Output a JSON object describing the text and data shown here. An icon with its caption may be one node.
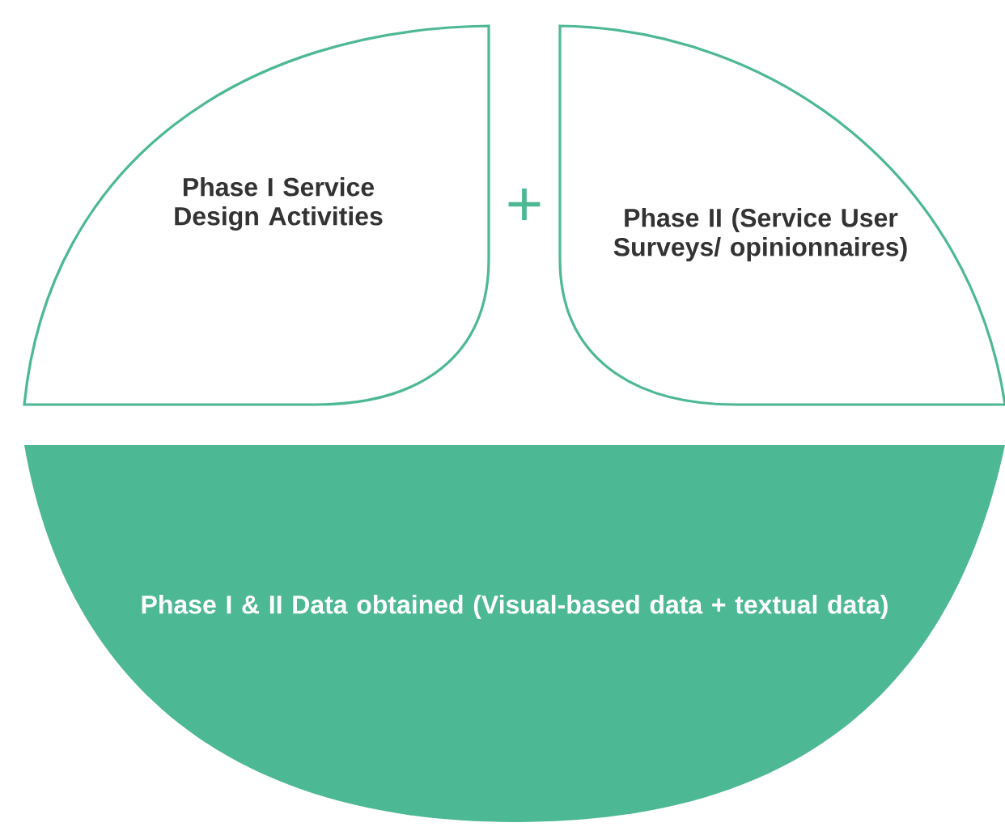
{
  "diagram": {
    "nodes": [
      {
        "text": [
          "Phase I Service Design Activities"
        ]
      },
      {
        "text": [
          "Phase II (Service User Surveys/ opinionnaires)"
        ]
      },
      {
        "text": [
          "Phase I & II Data obtained (Visual-based data + textual data)"
        ]
      }
    ],
    "labels": [
      "+"
    ]
  }
}
